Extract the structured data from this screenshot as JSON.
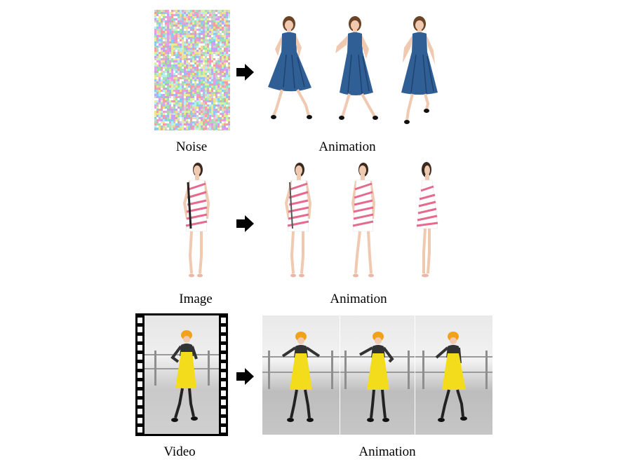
{
  "rows": [
    {
      "source_label": "Noise",
      "output_label": "Animation"
    },
    {
      "source_label": "Image",
      "output_label": "Animation"
    },
    {
      "source_label": "Video",
      "output_label": "Animation"
    }
  ],
  "colors": {
    "denim_dress": "#2f5f95",
    "denim_dark": "#1f4270",
    "skin": "#efc9b0",
    "hair_brown": "#6b4428",
    "hair_dark": "#3a2a20",
    "pink_stripe": "#e56a8e",
    "yellow_dress": "#f2dc1c",
    "orange_hat": "#f2a21a",
    "black_sleeve": "#333333",
    "arrow": "#000000"
  },
  "icons": {
    "arrow": "right-arrow-icon"
  }
}
